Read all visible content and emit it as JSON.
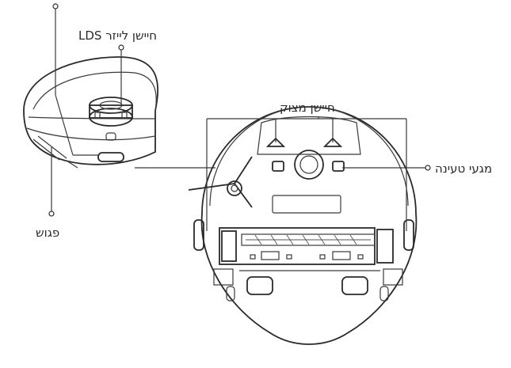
{
  "labels": {
    "lds_sensor": "חיישן לייזר LDS",
    "cliff_sensor": "חיישן מצוק",
    "charging_contacts": "מגעי טעינה",
    "bumper": "פגוש"
  }
}
